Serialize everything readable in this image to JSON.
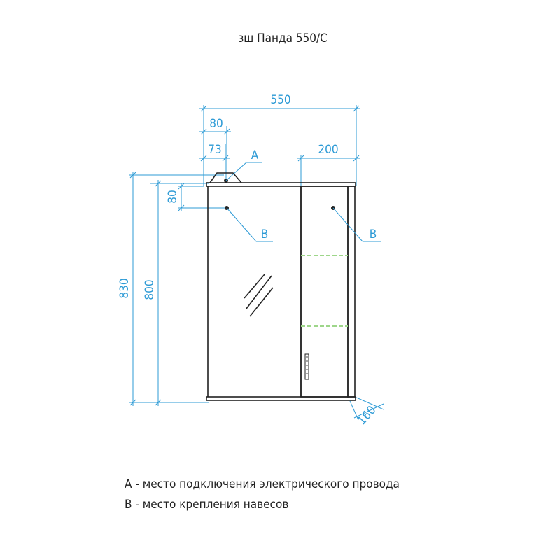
{
  "title": "зш Панда 550/С",
  "dimensions": {
    "width": "550",
    "offset_a": "80",
    "offset_a_inner": "73",
    "shelf_width": "200",
    "hole_drop": "80",
    "total_height": "830",
    "body_height": "800",
    "depth": "160"
  },
  "markers": {
    "a": "A",
    "b_left": "B",
    "b_right": "B"
  },
  "legend": {
    "line_a": "A - место подключения электрического провода",
    "line_b": "B - место крепления навесов"
  },
  "colors": {
    "dimension": "#2e9bd6",
    "outline": "#222222",
    "shelf": "#9ed68a"
  }
}
